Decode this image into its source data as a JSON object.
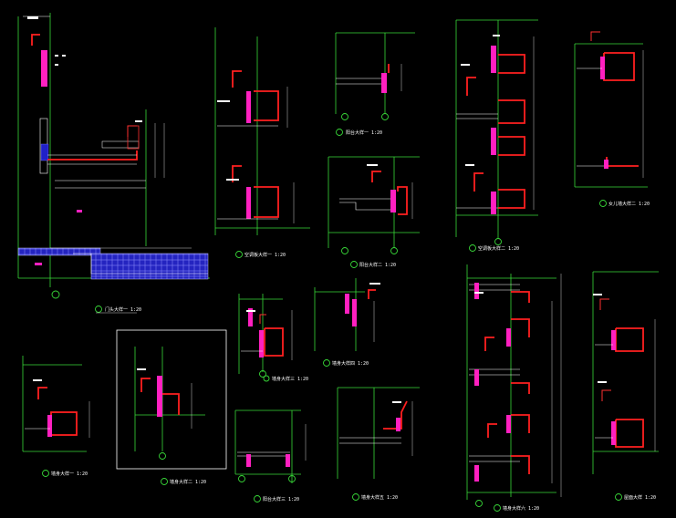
{
  "drawing": {
    "background": "#000000",
    "colors": {
      "grid_line": "#38d838",
      "wall_line": "#ffffff",
      "rebar": "#ff2020",
      "tag": "#ff20c0",
      "fill_blue": "#2020c8",
      "frame": "#ffffff"
    },
    "details": [
      {
        "id": "d1",
        "title": "门头大样一 1:20",
        "marker": "①"
      },
      {
        "id": "d2",
        "title": "空调板大样一 1:20",
        "marker": "②"
      },
      {
        "id": "d3",
        "title": "阳台大样一 1:20",
        "marker": "③"
      },
      {
        "id": "d4",
        "title": "阳台大样二 1:20",
        "marker": "④"
      },
      {
        "id": "d5",
        "title": "空调板大样二 1:20",
        "marker": "⑤"
      },
      {
        "id": "d6",
        "title": "女儿墙大样二 1:20",
        "marker": "⑥"
      },
      {
        "id": "d7",
        "title": "墙身大样一 1:20",
        "marker": "⑦"
      },
      {
        "id": "d8",
        "title": "墙身大样二 1:20",
        "marker": "⑧"
      },
      {
        "id": "d9",
        "title": "墙身大样三 1:20",
        "marker": "⑨"
      },
      {
        "id": "d10",
        "title": "墙身大样四 1:20",
        "marker": "⑩"
      },
      {
        "id": "d11",
        "title": "阳台大样三 1:20",
        "marker": "⑪"
      },
      {
        "id": "d12",
        "title": "墙身大样五 1:20",
        "marker": "⑫"
      },
      {
        "id": "d13",
        "title": "墙身大样六 1:20",
        "marker": "⑬"
      },
      {
        "id": "d14",
        "title": "屋面大样 1:20",
        "marker": "⑭"
      }
    ]
  }
}
